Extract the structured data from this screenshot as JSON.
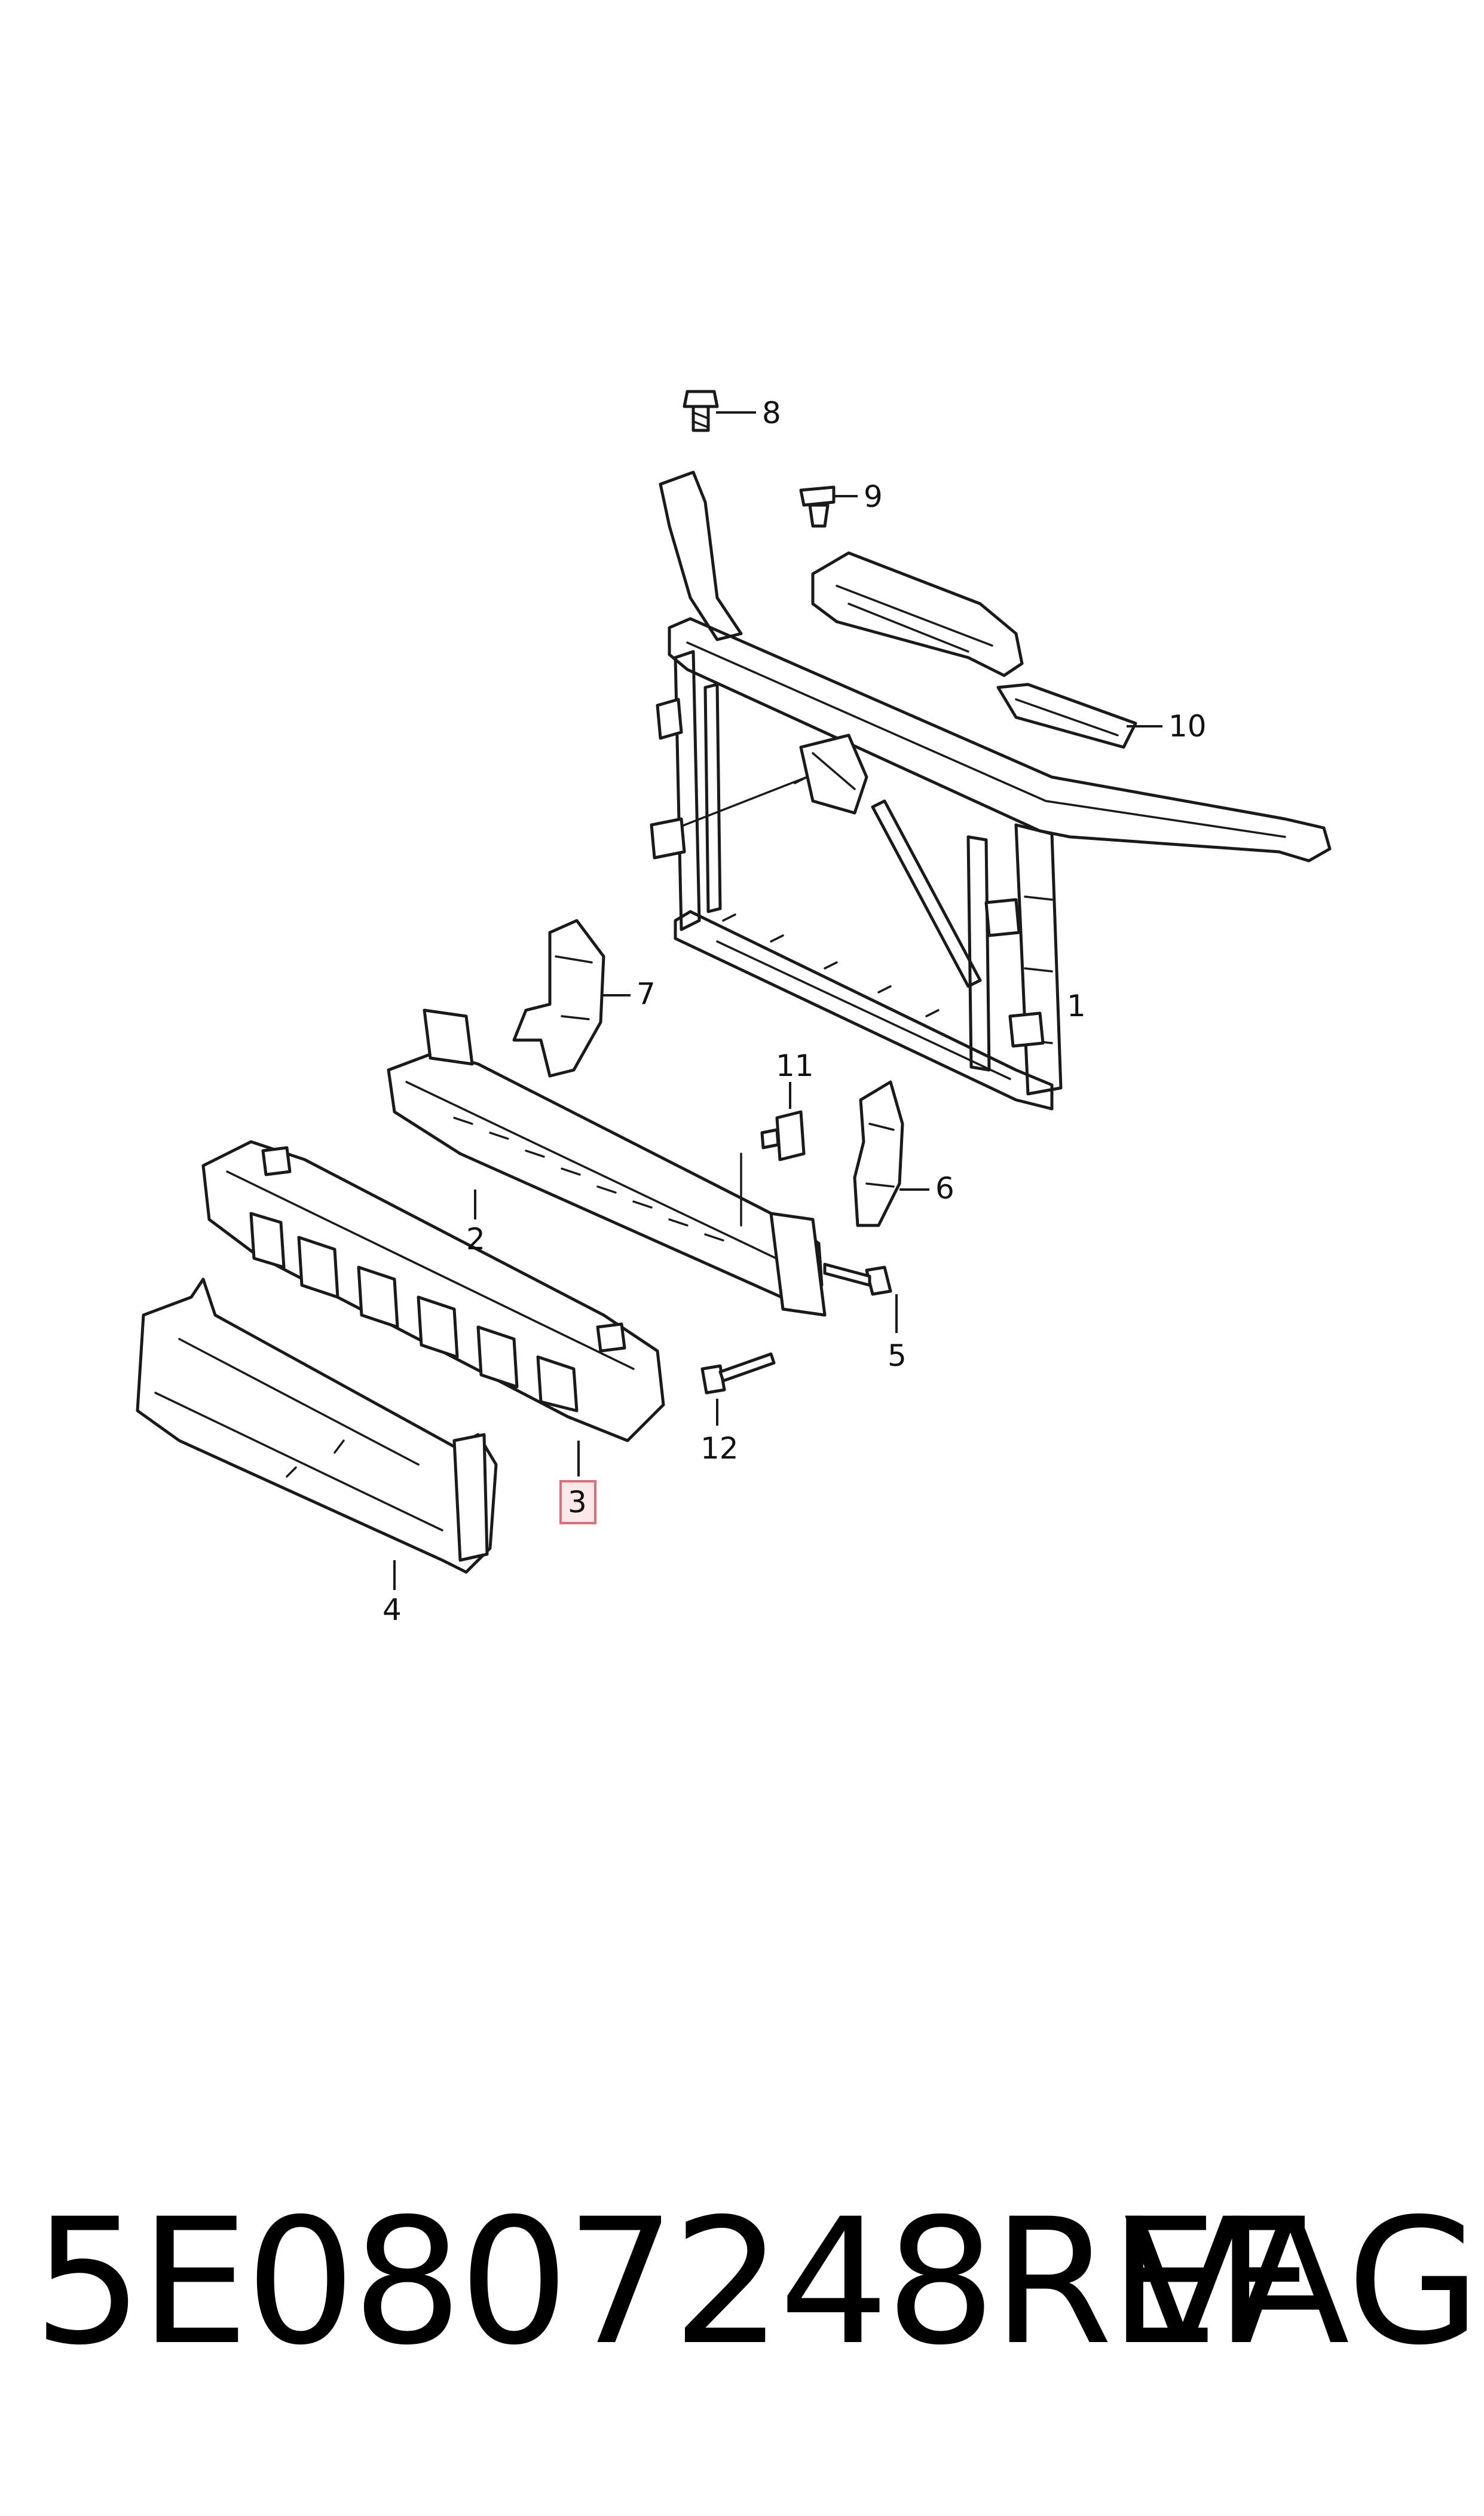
{
  "callouts": {
    "c1": "1",
    "c2": "2",
    "c3": "3",
    "c4": "4",
    "c5": "5",
    "c6": "6",
    "c7": "7",
    "c8": "8",
    "c9": "9",
    "c10": "10",
    "c11": "11",
    "c12": "12"
  },
  "highlighted_callout": "3",
  "highlight_color": "#d9707a",
  "footer": {
    "part_number": "5E0807248REF",
    "brand": "VAG"
  }
}
